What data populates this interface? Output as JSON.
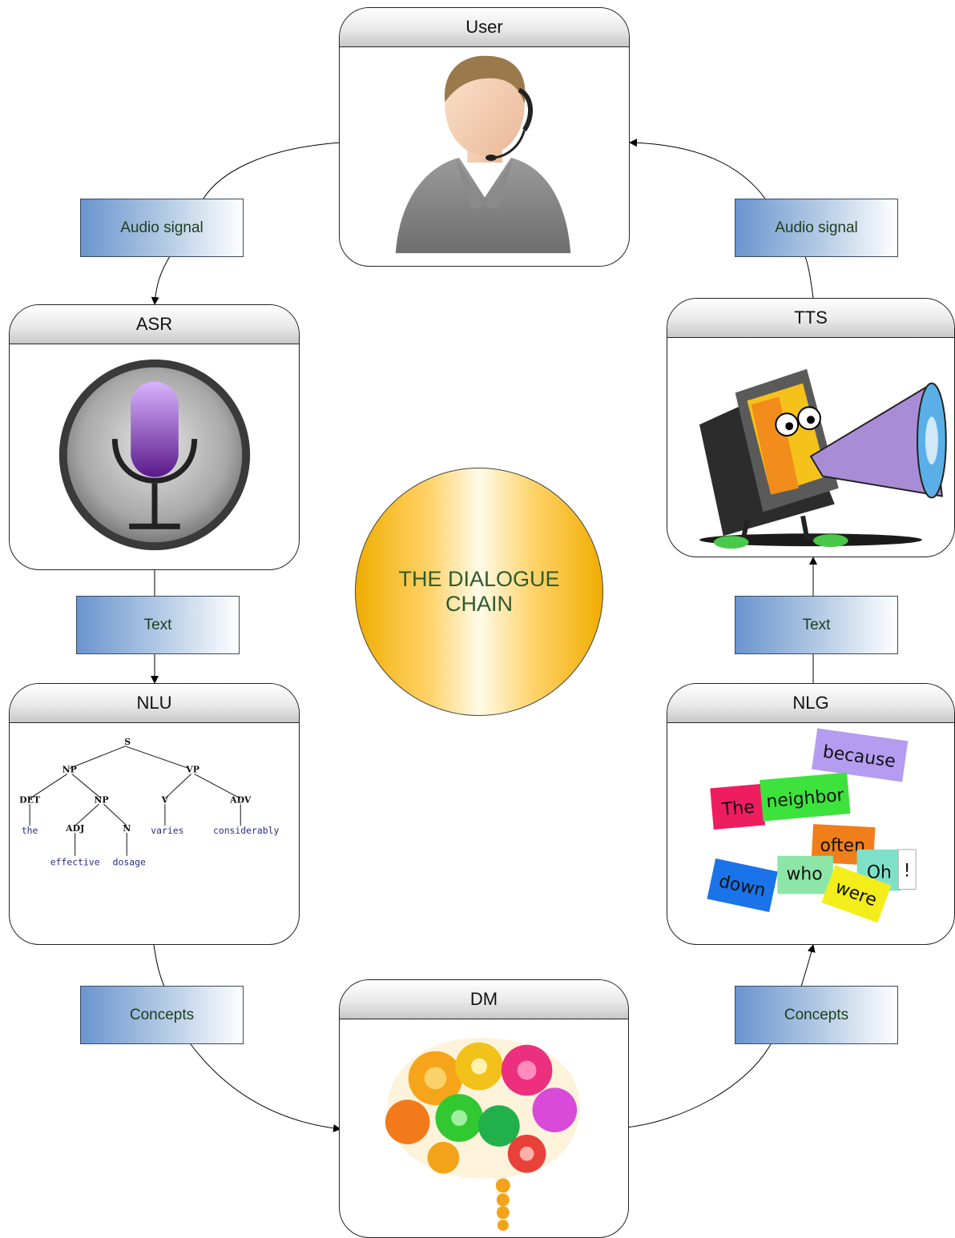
{
  "nodes": {
    "user": {
      "title": "User",
      "icon": "headset-user-icon"
    },
    "asr": {
      "title": "ASR",
      "icon": "microphone-icon"
    },
    "tts": {
      "title": "TTS",
      "icon": "megaphone-computer-icon"
    },
    "nlu": {
      "title": "NLU",
      "icon": "parse-tree-icon"
    },
    "nlg": {
      "title": "NLG",
      "icon": "word-cards-icon"
    },
    "dm": {
      "title": "DM",
      "icon": "gear-brain-icon"
    }
  },
  "edges": {
    "user_to_asr": "Audio signal",
    "tts_to_user": "Audio signal",
    "asr_to_nlu": "Text",
    "nlg_to_tts": "Text",
    "nlu_to_dm": "Concepts",
    "dm_to_nlg": "Concepts"
  },
  "center": {
    "label": "THE DIALOGUE CHAIN",
    "colors": [
      "#f0ad00",
      "#fffbe8"
    ]
  },
  "parse_tree": {
    "labels": [
      "S",
      "NP",
      "VP",
      "DET",
      "NP",
      "V",
      "ADV",
      "ADJ",
      "N"
    ],
    "words": [
      "the",
      "effective",
      "dosage",
      "varies",
      "considerably"
    ]
  },
  "word_cards": [
    "because",
    "The",
    "neighbor",
    "often",
    "down",
    "who",
    "Oh",
    "were",
    "!"
  ]
}
